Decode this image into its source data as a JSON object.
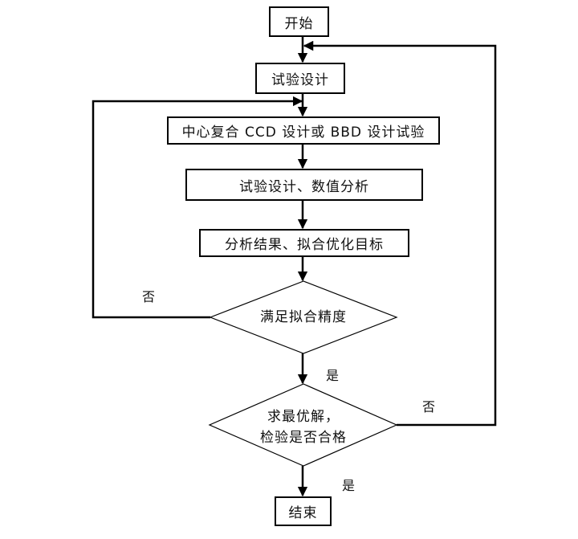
{
  "flowchart": {
    "nodes": {
      "start": "开始",
      "design": "试验设计",
      "ccd_bbd": "中心复合 CCD 设计或 BBD 设计试验",
      "numeric": "试验设计、数值分析",
      "fit": "分析结果、拟合优化目标",
      "check_fit": "满足拟合精度",
      "optimum_line1": "求最优解，",
      "optimum_line2": "检验是否合格",
      "end": "结束"
    },
    "edges": {
      "fit_no": "否",
      "fit_yes": "是",
      "opt_no": "否",
      "opt_yes": "是"
    },
    "colors": {
      "stroke": "#000000",
      "background": "#ffffff"
    }
  }
}
